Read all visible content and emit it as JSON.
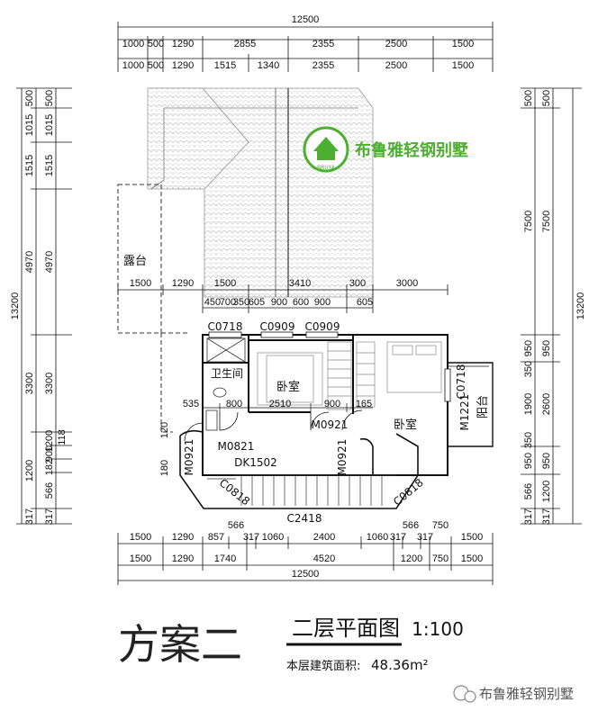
{
  "top_dims": {
    "total": "12500",
    "row1": [
      "1000",
      "500",
      "1290",
      "2855",
      "2355",
      "2500",
      "1500"
    ],
    "row2": [
      "1000",
      "500",
      "1290",
      "1515",
      "1340",
      "2355",
      "2500",
      "1500"
    ]
  },
  "bottom_dims": {
    "total": "12500",
    "row1": [
      "1500",
      "1290",
      "857",
      "566",
      "317",
      "1060",
      "2400",
      "1060",
      "317",
      "566",
      "317",
      "750",
      "1500"
    ],
    "row2": [
      "1500",
      "1290",
      "1740",
      "4520",
      "1200",
      "750",
      "1500"
    ]
  },
  "left_dims": {
    "total": "13200",
    "row1": [
      "500",
      "1015",
      "1515",
      "4970",
      "3300",
      "1200",
      "317"
    ],
    "row2": [
      "500",
      "1015",
      "1515",
      "4970",
      "3300",
      "1200",
      "900",
      "118",
      "182",
      "566",
      "317"
    ]
  },
  "right_dims": {
    "total": "13200",
    "row1": [
      "500",
      "7500",
      "950",
      "2600",
      "950",
      "1200",
      "317"
    ],
    "row2": [
      "500",
      "7500",
      "950",
      "350",
      "1900",
      "350",
      "950",
      "566",
      "317"
    ]
  },
  "interior_dims": [
    "1500",
    "1290",
    "1500",
    "3410",
    "300",
    "3000",
    "450",
    "700",
    "350",
    "605",
    "900",
    "600",
    "900",
    "605",
    "535",
    "800",
    "2510",
    "900",
    "165",
    "120",
    "180"
  ],
  "rooms": {
    "terrace": "露台",
    "bathroom": "卫生间",
    "bedroom1": "卧室",
    "bedroom2": "卧室",
    "balcony": "阳台"
  },
  "openings": [
    "C0718",
    "C0909",
    "C0909",
    "C0718",
    "M0821",
    "M0921",
    "M0921",
    "M0921",
    "M1221",
    "DK1502",
    "C0818",
    "C0818",
    "C2418"
  ],
  "brand": {
    "name": "布鲁雅轻钢别墅",
    "logo_text": "BRUYA",
    "logo_sub": "布鲁雅轻钢别墅"
  },
  "title": {
    "scheme": "方案二",
    "plan": "二层平面图",
    "scale": "1:100",
    "area_label": "本层建筑面积:",
    "area_value": "48.36m²"
  },
  "watermark": "布鲁雅轻钢别墅",
  "colors": {
    "brand_green": "#4caf2f",
    "line": "#111111",
    "roof_hatch": "#c8c8c8"
  }
}
